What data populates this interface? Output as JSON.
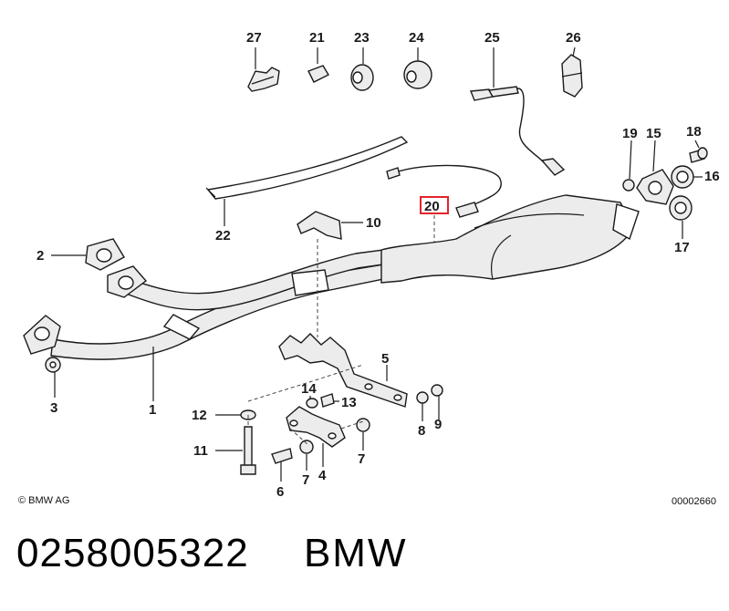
{
  "diagram": {
    "labels": [
      "1",
      "2",
      "3",
      "4",
      "5",
      "6",
      "7",
      "7",
      "8",
      "9",
      "10",
      "11",
      "12",
      "13",
      "14",
      "16",
      "17",
      "18",
      "19",
      "15",
      "20",
      "21",
      "22",
      "23",
      "24",
      "25",
      "26",
      "27"
    ],
    "highlighted_label": "20",
    "copyright": "© BMW AG",
    "drawing_code": "00002660",
    "highlight_color": "#e0252b"
  },
  "footer": {
    "part_number": "0258005322",
    "brand": "BMW"
  }
}
